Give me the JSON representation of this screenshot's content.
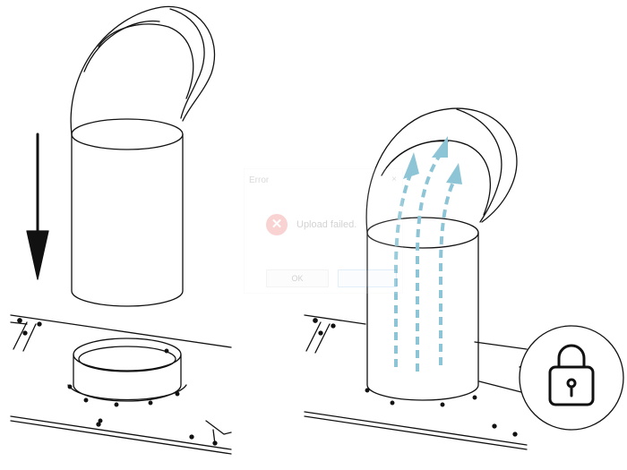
{
  "dialog": {
    "title": "Error",
    "close_glyph": "×",
    "icon": "error-x-icon",
    "icon_glyph": "✕",
    "message": "Upload failed.",
    "ok_label": "OK",
    "retry_label": ""
  },
  "illustration": {
    "left_panel": [
      "duct-elbow-icon",
      "down-arrow-icon",
      "roof-collar-icon"
    ],
    "right_panel": [
      "installed-duct-icon",
      "airflow-arrows-icon",
      "padlock-icon"
    ]
  },
  "colors": {
    "line": "#111111",
    "airflow": "#8ec5d6",
    "error_red": "#e53935"
  }
}
